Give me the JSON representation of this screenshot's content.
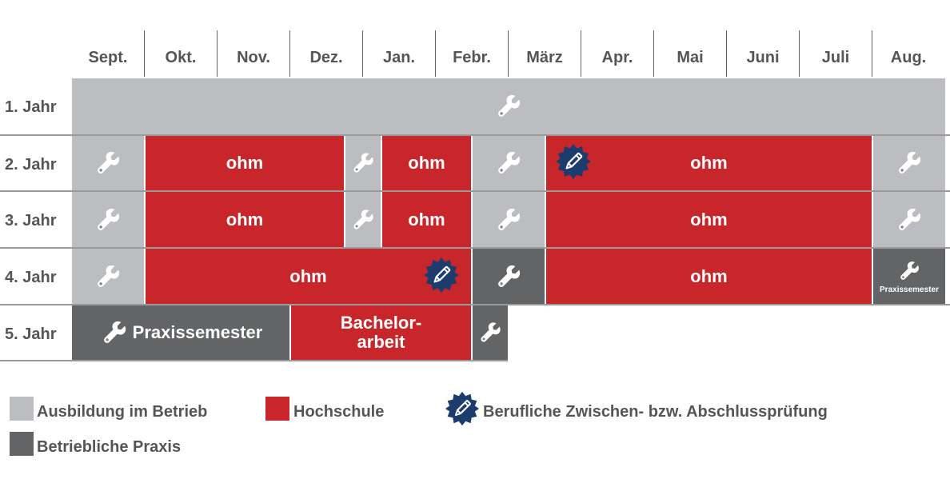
{
  "months": [
    "Sept.",
    "Okt.",
    "Nov.",
    "Dez.",
    "Jan.",
    "Febr.",
    "März",
    "Apr.",
    "Mai",
    "Juni",
    "Juli",
    "Aug."
  ],
  "years": [
    "1. Jahr",
    "2. Jahr",
    "3. Jahr",
    "4. Jahr",
    "5. Jahr"
  ],
  "cells": {
    "ohm": "ohm",
    "praxissemester": "Praxissemester",
    "bachelor_line1": "Bachelor-",
    "bachelor_line2": "arbeit",
    "praxissemester_small": "Praxissemester"
  },
  "legend": {
    "ausbildung": "Ausbildung im Betrieb",
    "hochschule": "Hochschule",
    "pruefung": "Berufliche Zwischen- bzw. Abschlussprüfung",
    "praxis": "Betriebliche Praxis"
  },
  "colors": {
    "ausbildung": "#bcbdc0",
    "hochschule": "#c8262b",
    "praxis": "#636466",
    "badge": "#1d3c6e"
  },
  "icons": {
    "wrench": "wrench-icon",
    "badge": "pencil-badge-icon"
  }
}
